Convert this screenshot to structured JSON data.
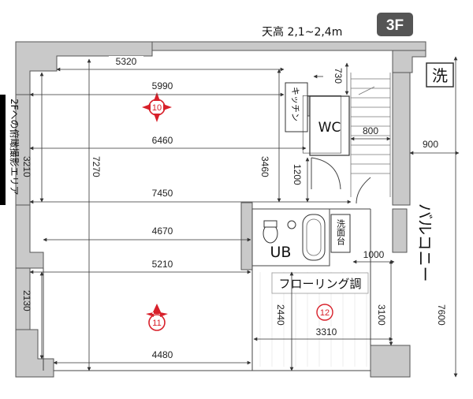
{
  "header": {
    "ceiling_height": "天高 2,1~2,4m",
    "floor_badge": "3F",
    "laundry_mark": "洗"
  },
  "rooms": {
    "kitchen": "キッチン",
    "wc": "WC",
    "unit_bath": "UB",
    "washstand": "洗面台",
    "balcony": "バルコニー",
    "flooring": "フローリング調",
    "overhead_area": "2Fへの俯瞰撮影エリア"
  },
  "markers": {
    "camera_upper": "10",
    "camera_lower": "11",
    "area_12": "12"
  },
  "dimensions": {
    "w5320": "5320",
    "w5990": "5990",
    "w6460": "6460",
    "w7450": "7450",
    "w4670": "4670",
    "w5210": "5210",
    "w4480": "4480",
    "w800": "800",
    "w900": "900",
    "w1000": "1000",
    "w3310": "3310",
    "h730": "730",
    "h3210": "3210",
    "h7270": "7270",
    "h3460": "3460",
    "h1200": "1200",
    "h2130": "2130",
    "h2440": "2440",
    "h3100": "3100",
    "h7600": "7600"
  },
  "colors": {
    "wall": "#c9c9c9",
    "marker_red": "#d8202a",
    "badge_bg": "#555555"
  }
}
